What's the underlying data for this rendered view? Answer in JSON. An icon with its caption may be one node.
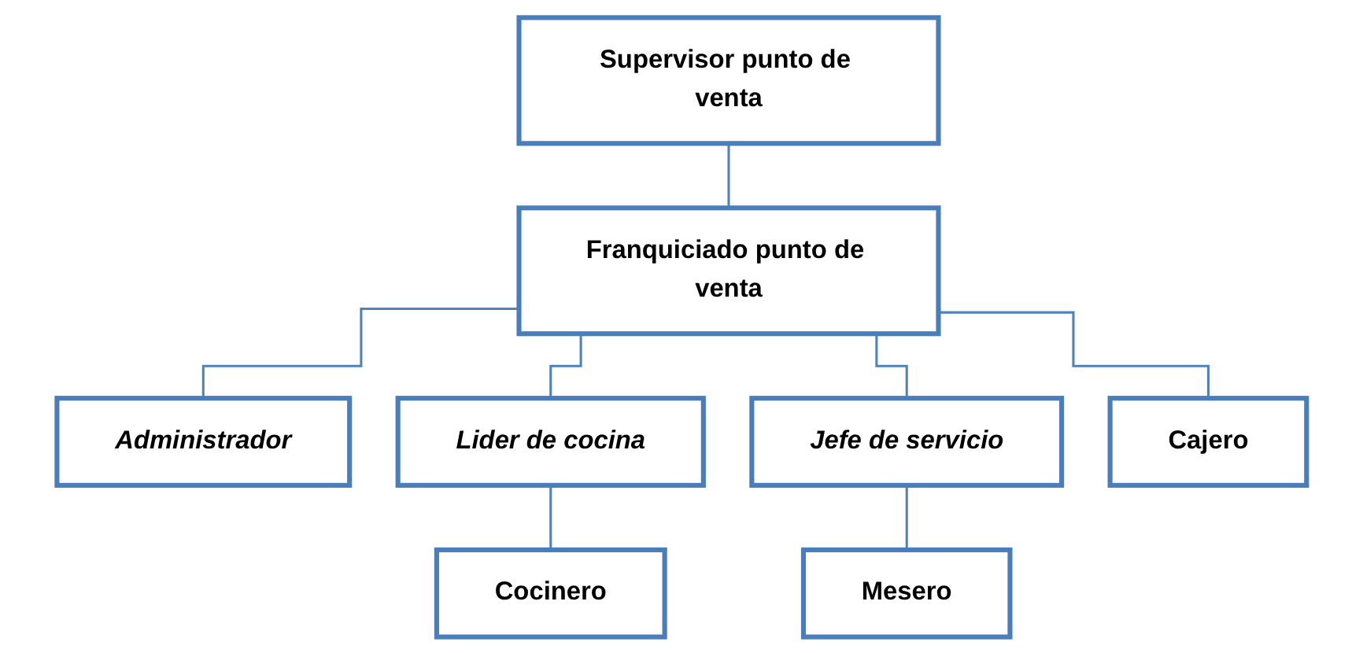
{
  "diagram": {
    "nodes": [
      {
        "text": [
          "Supervisor punto de venta"
        ]
      },
      {
        "text": [
          "Franquiciado punto de venta"
        ]
      },
      {
        "text": [
          "Administrador"
        ]
      },
      {
        "text": [
          "Lider de cocina"
        ]
      },
      {
        "text": [
          "Jefe de servicio"
        ]
      },
      {
        "text": [
          "Cajero"
        ]
      },
      {
        "text": [
          "Cocinero"
        ]
      },
      {
        "text": [
          "Mesero"
        ]
      }
    ],
    "edges": [
      {
        "from": 0,
        "to": 1,
        "arrow": "none"
      },
      {
        "from": 1,
        "to": 2,
        "arrow": "none"
      },
      {
        "from": 1,
        "to": 3,
        "arrow": "none"
      },
      {
        "from": 1,
        "to": 4,
        "arrow": "none"
      },
      {
        "from": 1,
        "to": 5,
        "arrow": "none"
      },
      {
        "from": 3,
        "to": 6,
        "arrow": "none"
      },
      {
        "from": 4,
        "to": 7,
        "arrow": "none"
      }
    ]
  }
}
